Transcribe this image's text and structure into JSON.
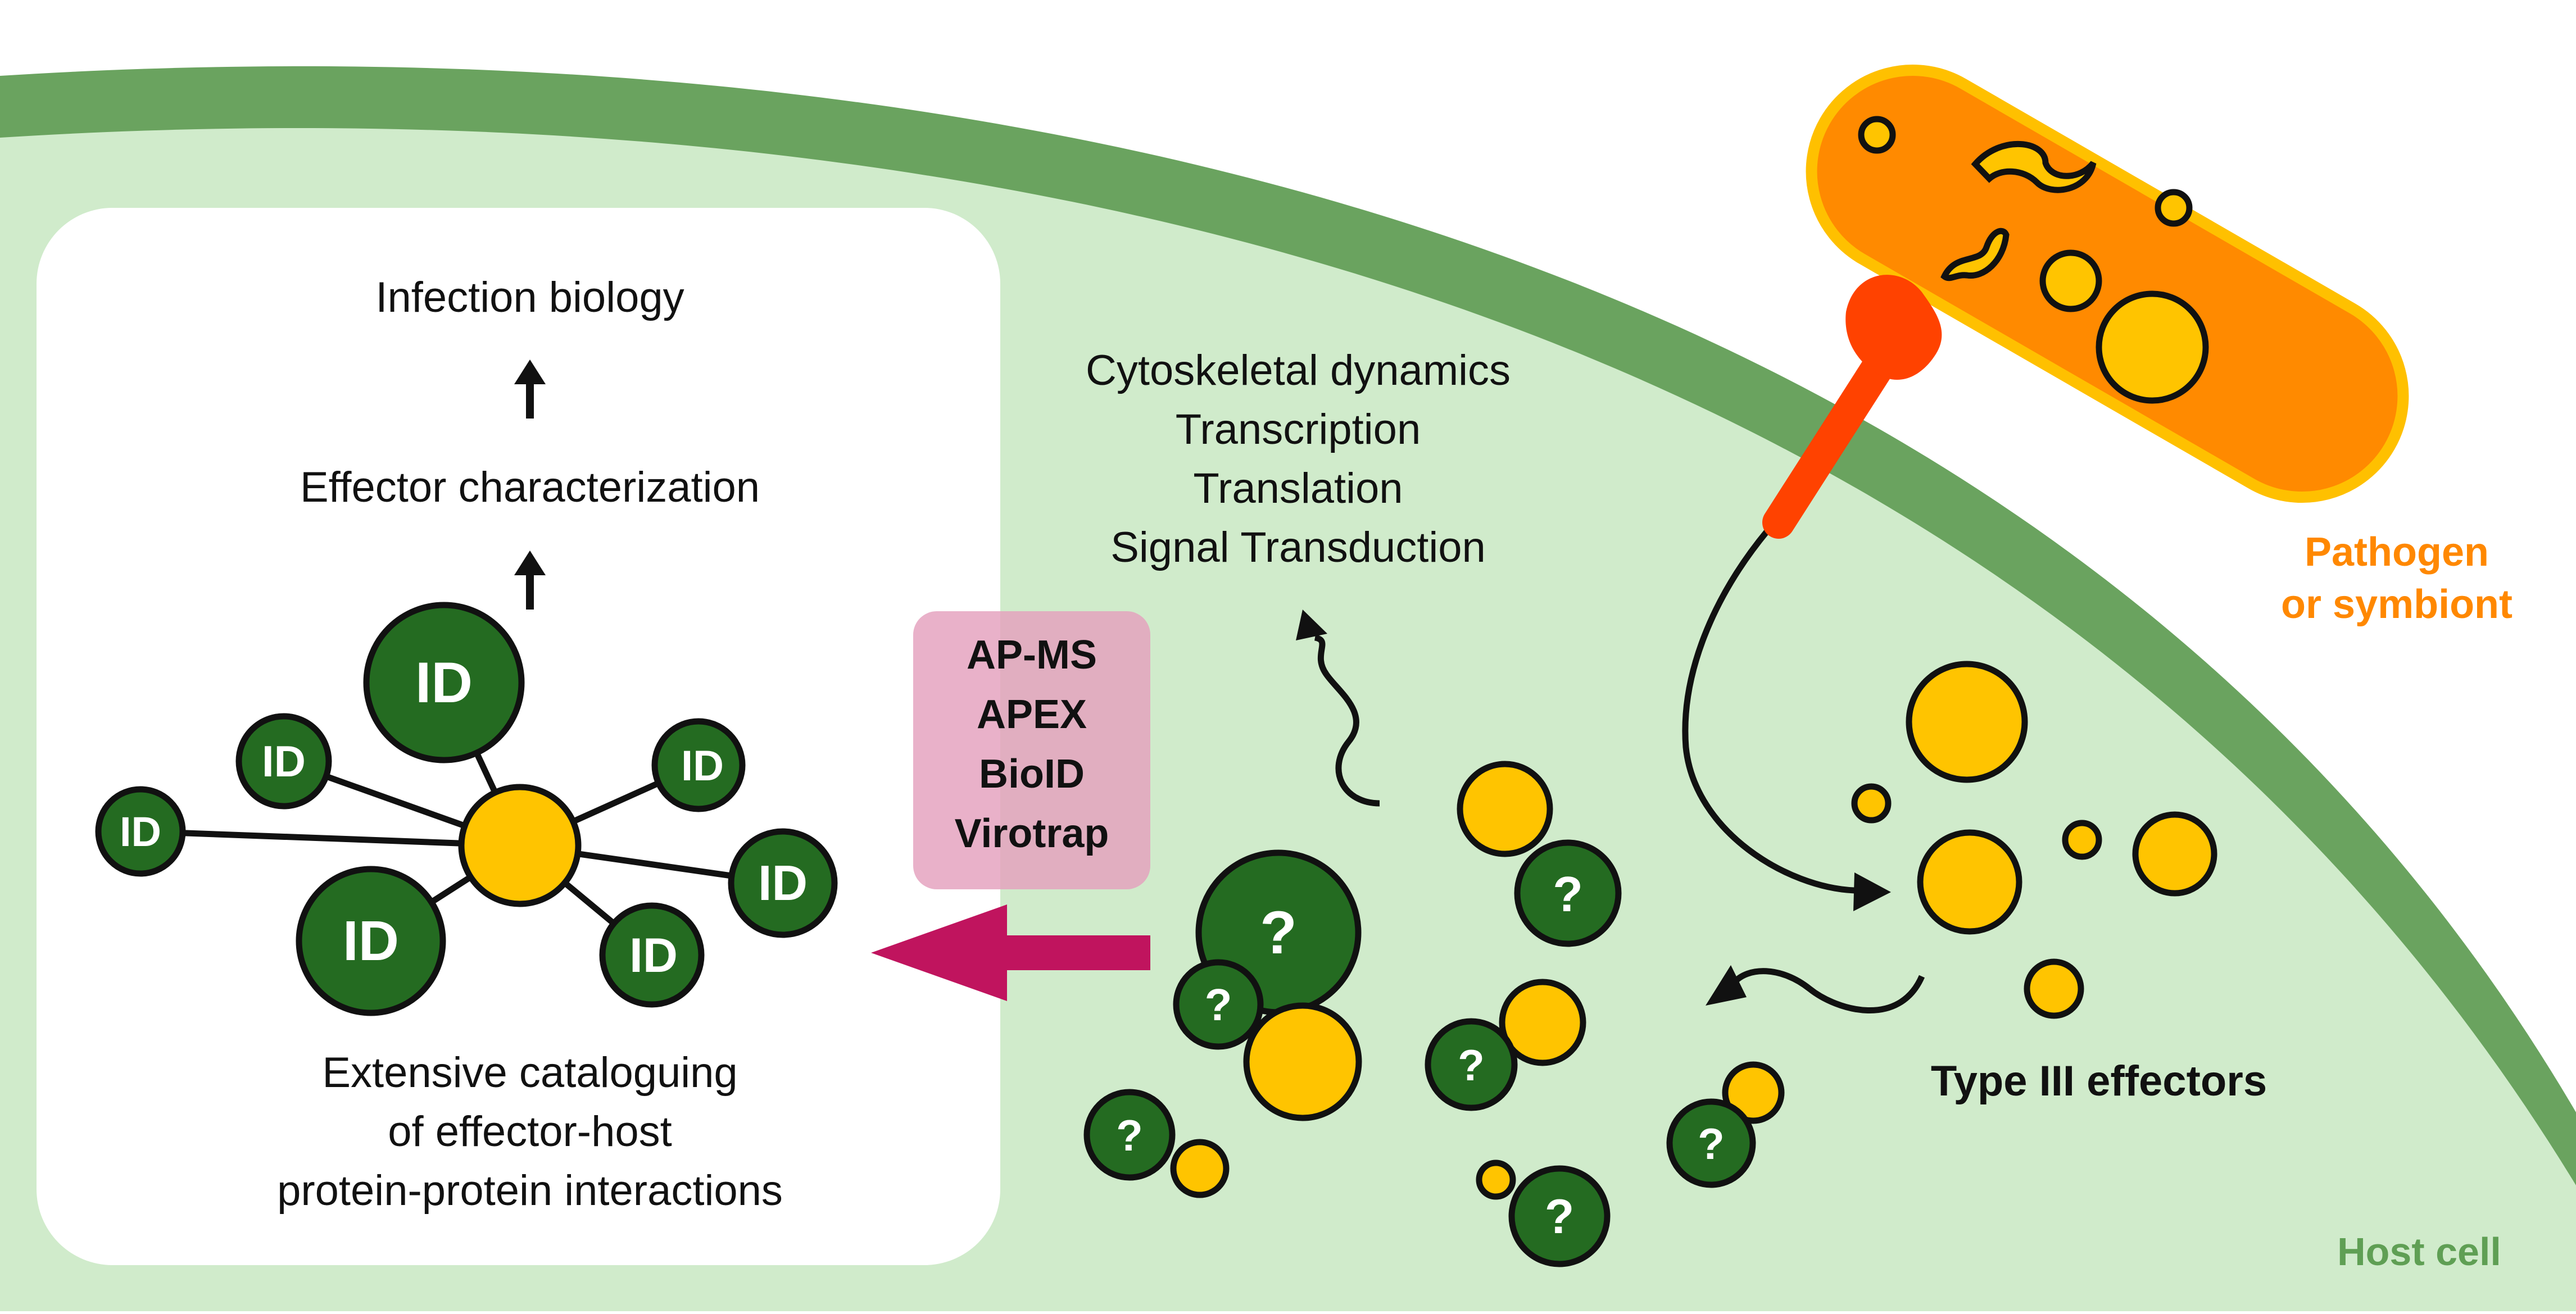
{
  "panel": {
    "outcome_top": "Infection biology",
    "outcome_mid": "Effector characterization",
    "caption_lines": [
      "Extensive cataloguing",
      "of effector-host",
      "protein-protein interactions"
    ]
  },
  "methods": [
    "AP-MS",
    "APEX",
    "BioID",
    "Virotrap"
  ],
  "processes": [
    "Cytoskeletal dynamics",
    "Transcription",
    "Translation",
    "Signal Transduction"
  ],
  "labels": {
    "pathogen": [
      "Pathogen",
      "or symbiont"
    ],
    "effectors": "Type III effectors",
    "host": "Host cell"
  },
  "node_marks": {
    "identified": "ID",
    "unknown": "?"
  },
  "colors": {
    "host_membrane": "#6aa35f",
    "cytoplasm": "#d0ebcb",
    "interactor_green": "#246b21",
    "effector_yellow": "#ffc400",
    "bacterium_orange": "#ff8a00",
    "bacterium_outline": "#ffc000",
    "secretion_system": "#ff4200",
    "method_box": "#e4a0bd",
    "arrow_magenta": "#c0145e",
    "pathogen_label": "#ff8800",
    "host_label": "#5f9f54"
  }
}
